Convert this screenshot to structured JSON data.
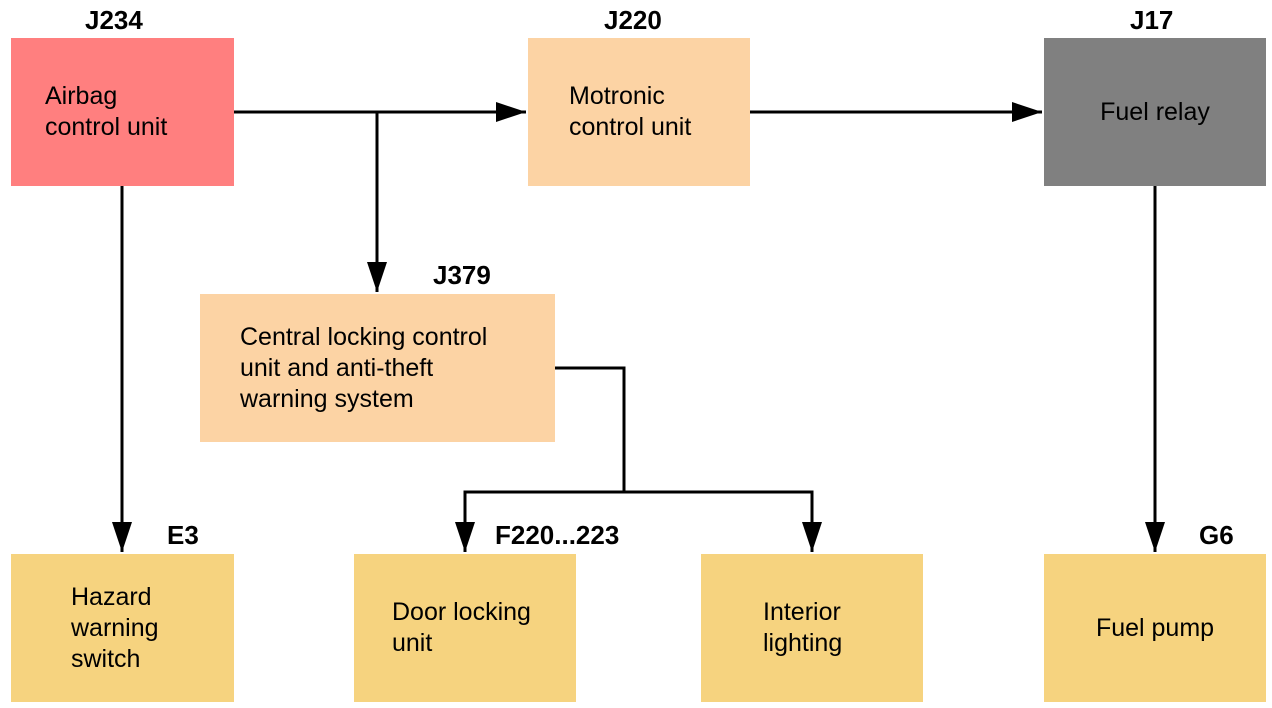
{
  "nodes": {
    "j234": {
      "code": "J234",
      "lines": [
        "Airbag",
        "control unit"
      ],
      "color": "#ff7f7f"
    },
    "j220": {
      "code": "J220",
      "lines": [
        "Motronic",
        "control unit"
      ],
      "color": "#fcd3a4"
    },
    "j17": {
      "code": "J17",
      "lines": [
        "Fuel relay"
      ],
      "color": "#808080"
    },
    "j379": {
      "code": "J379",
      "lines": [
        "Central locking control",
        "unit and anti-theft",
        "warning system"
      ],
      "color": "#fcd3a4"
    },
    "e3": {
      "code": "E3",
      "lines": [
        "Hazard",
        "warning",
        "switch"
      ],
      "color": "#f6d37f"
    },
    "f220": {
      "code": "F220...223",
      "lines": [
        "Door locking",
        "unit"
      ],
      "color": "#f6d37f"
    },
    "interior": {
      "lines": [
        "Interior",
        "lighting"
      ],
      "color": "#f6d37f"
    },
    "g6": {
      "code": "G6",
      "lines": [
        "Fuel pump"
      ],
      "color": "#f6d37f"
    }
  },
  "edges": [
    {
      "from": "j234",
      "to": "j220"
    },
    {
      "from": "j234",
      "to": "j379"
    },
    {
      "from": "j234",
      "to": "e3"
    },
    {
      "from": "j220",
      "to": "j17"
    },
    {
      "from": "j17",
      "to": "g6"
    },
    {
      "from": "j379",
      "to": "f220"
    },
    {
      "from": "j379",
      "to": "interior"
    }
  ]
}
